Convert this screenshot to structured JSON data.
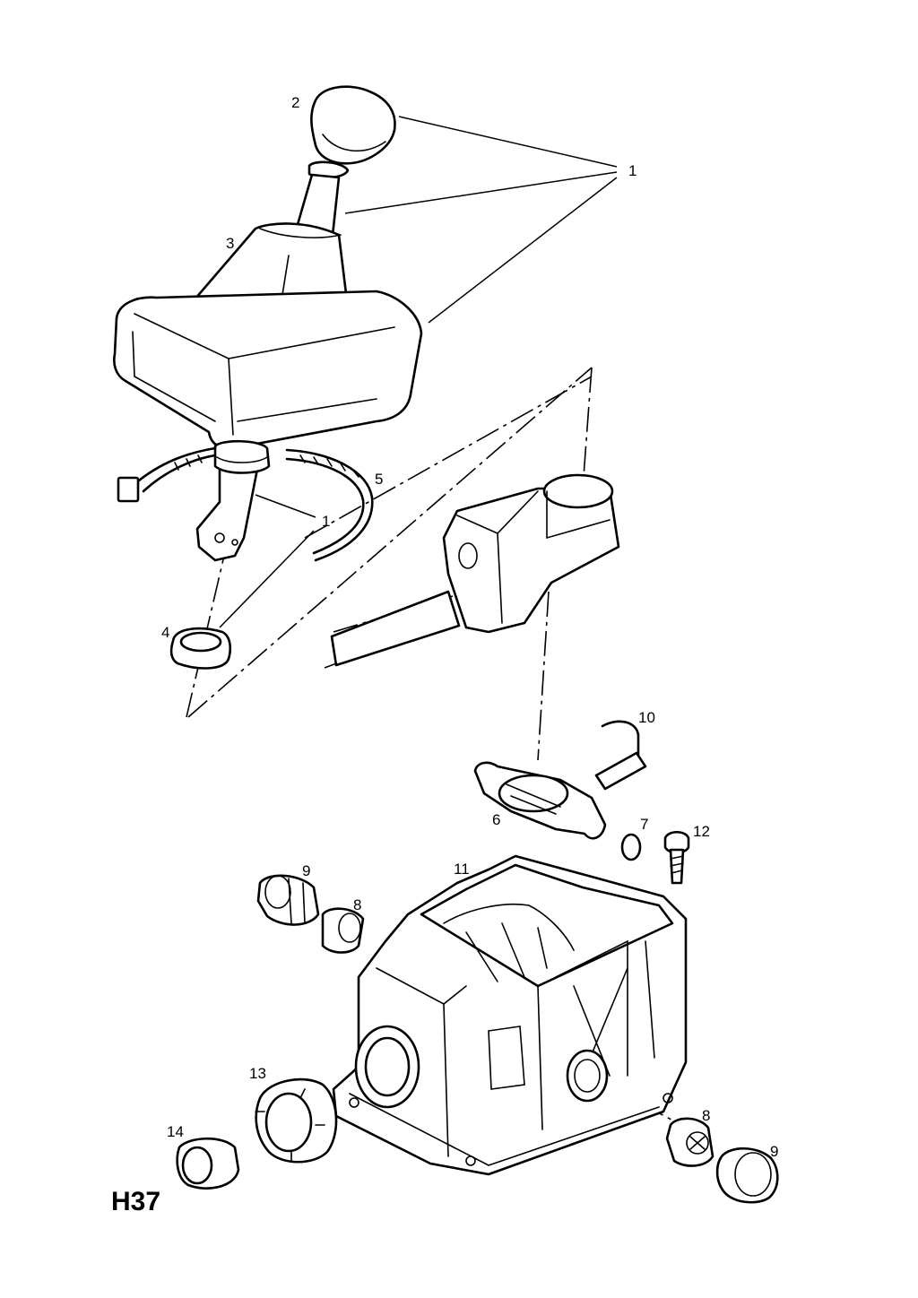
{
  "diagram_code": "H37",
  "callouts": {
    "c1a": "1",
    "c1b": "1",
    "c2": "2",
    "c3": "3",
    "c4": "4",
    "c5": "5",
    "c6": "6",
    "c7": "7",
    "c8a": "8",
    "c8b": "8",
    "c9a": "9",
    "c9b": "9",
    "c10": "10",
    "c11": "11",
    "c12": "12",
    "c13": "13",
    "c14": "14"
  }
}
